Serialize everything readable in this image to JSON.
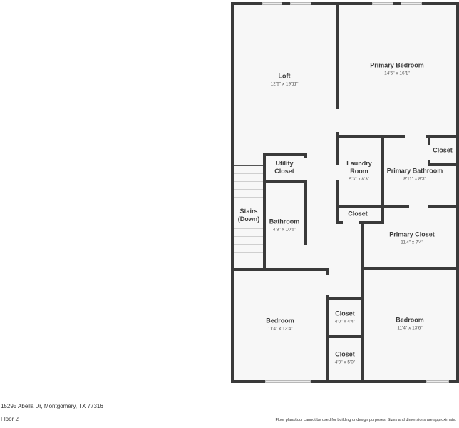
{
  "plan": {
    "floor_label": "Floor 2",
    "address": "15295 Abella Dr, Montgomery, TX 77316",
    "disclaimer": "Floor plans/tour cannot be used for building or design purposes. Sizes and dimensions are approximate.",
    "colors": {
      "wall": "#3a3a3a",
      "floor": "#f7f7f7",
      "window": "#ececec"
    }
  },
  "rooms": {
    "loft": {
      "name": "Loft",
      "dims": "12'6\" x 19'11\""
    },
    "primary_bedroom": {
      "name": "Primary Bedroom",
      "dims": "14'6\" x 16'1\""
    },
    "utility_closet": {
      "name": "Utility Closet",
      "line1": "Utility",
      "line2": "Closet"
    },
    "laundry_room": {
      "name": "Laundry Room",
      "line1": "Laundry",
      "line2": "Room",
      "dims": "5'3\" x 8'3\""
    },
    "primary_bathroom": {
      "name": "Primary Bathroom",
      "dims": "8'11\" x 8'3\""
    },
    "primary_bath_closet": {
      "name": "Closet"
    },
    "stairs": {
      "name": "Stairs (Down)",
      "line1": "Stairs",
      "line2": "(Down)"
    },
    "bathroom": {
      "name": "Bathroom",
      "dims": "4'8\" x 10'6\""
    },
    "laundry_closet": {
      "name": "Closet"
    },
    "primary_closet": {
      "name": "Primary Closet",
      "dims": "11'4\" x 7'4\""
    },
    "bedroom_left": {
      "name": "Bedroom",
      "dims": "11'4\" x 13'4\""
    },
    "closet_upper": {
      "name": "Closet",
      "dims": "4'0\" x 4'4\""
    },
    "closet_lower": {
      "name": "Closet",
      "dims": "4'0\" x 5'0\""
    },
    "bedroom_right": {
      "name": "Bedroom",
      "dims": "11'4\" x 13'6\""
    }
  }
}
